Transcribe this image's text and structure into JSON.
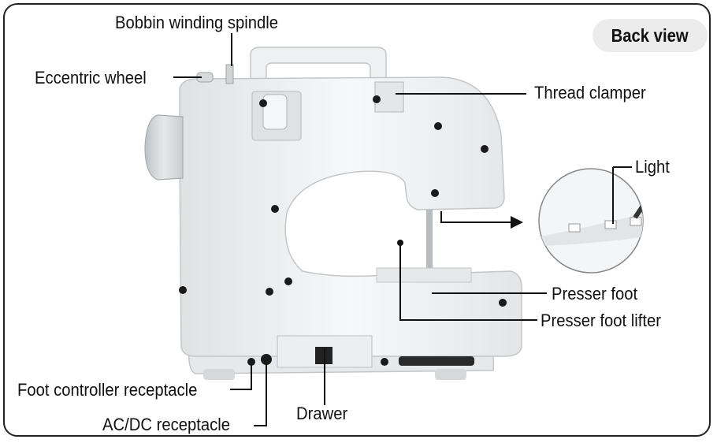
{
  "badge": "Back view",
  "labels": {
    "bobbin_winding_spindle": "Bobbin winding spindle",
    "eccentric_wheel": "Eccentric wheel",
    "thread_clamper": "Thread clamper",
    "light": "Light",
    "presser_foot": "Presser foot",
    "presser_foot_lifter": "Presser foot lifter",
    "foot_controller_receptacle": "Foot controller receptacle",
    "ac_dc_receptacle": "AC/DC receptacle",
    "drawer": "Drawer"
  },
  "colors": {
    "body": "#f1f2f3",
    "outline": "#c9cbcd",
    "line": "#111111",
    "badge_bg": "#ececec"
  }
}
